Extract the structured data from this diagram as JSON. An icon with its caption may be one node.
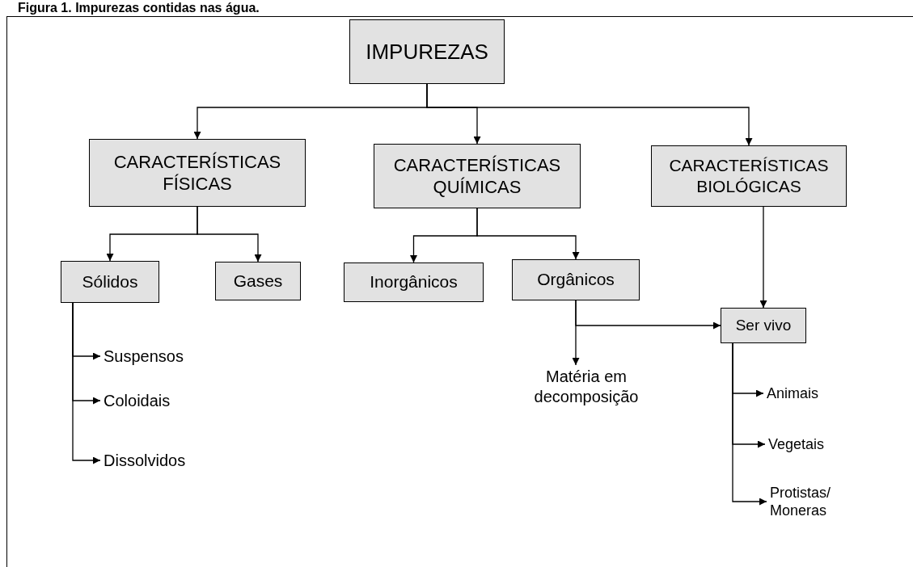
{
  "diagram": {
    "title": "Figura 1. Impurezas contidas nas água.",
    "nodes": [
      {
        "text": [
          "IMPUREZAS"
        ]
      },
      {
        "text": [
          "CARACTERÍSTICAS FÍSICAS"
        ]
      },
      {
        "text": [
          "CARACTERÍSTICAS QUÍMICAS"
        ]
      },
      {
        "text": [
          "CARACTERÍSTICAS BIOLÓGICAS"
        ]
      },
      {
        "text": [
          "Sólidos"
        ]
      },
      {
        "text": [
          "Gases"
        ]
      },
      {
        "text": [
          "Inorgânicos"
        ]
      },
      {
        "text": [
          "Orgânicos"
        ]
      },
      {
        "text": [
          "Ser vivo"
        ]
      },
      {
        "text": [
          "Suspensos"
        ]
      },
      {
        "text": [
          "Coloidais"
        ]
      },
      {
        "text": [
          "Dissolvidos"
        ]
      },
      {
        "text": [
          "Matéria em decomposição"
        ]
      },
      {
        "text": [
          "Animais"
        ]
      },
      {
        "text": [
          "Vegetais"
        ]
      },
      {
        "text": [
          "Protistas/ Moneras"
        ]
      }
    ],
    "edges": [
      {
        "from": 0,
        "to": 1,
        "arrow": "to"
      },
      {
        "from": 0,
        "to": 2,
        "arrow": "to"
      },
      {
        "from": 0,
        "to": 3,
        "arrow": "to"
      },
      {
        "from": 1,
        "to": 4,
        "arrow": "to"
      },
      {
        "from": 1,
        "to": 5,
        "arrow": "to"
      },
      {
        "from": 2,
        "to": 6,
        "arrow": "to"
      },
      {
        "from": 2,
        "to": 7,
        "arrow": "to"
      },
      {
        "from": 3,
        "to": 8,
        "arrow": "to"
      },
      {
        "from": 7,
        "to": 12,
        "arrow": "to"
      },
      {
        "from": 7,
        "to": 8,
        "arrow": "to"
      },
      {
        "from": 4,
        "to": 9,
        "arrow": "to"
      },
      {
        "from": 4,
        "to": 10,
        "arrow": "to"
      },
      {
        "from": 4,
        "to": 11,
        "arrow": "to"
      },
      {
        "from": 8,
        "to": 13,
        "arrow": "to"
      },
      {
        "from": 8,
        "to": 14,
        "arrow": "to"
      },
      {
        "from": 8,
        "to": 15,
        "arrow": "to"
      }
    ]
  }
}
